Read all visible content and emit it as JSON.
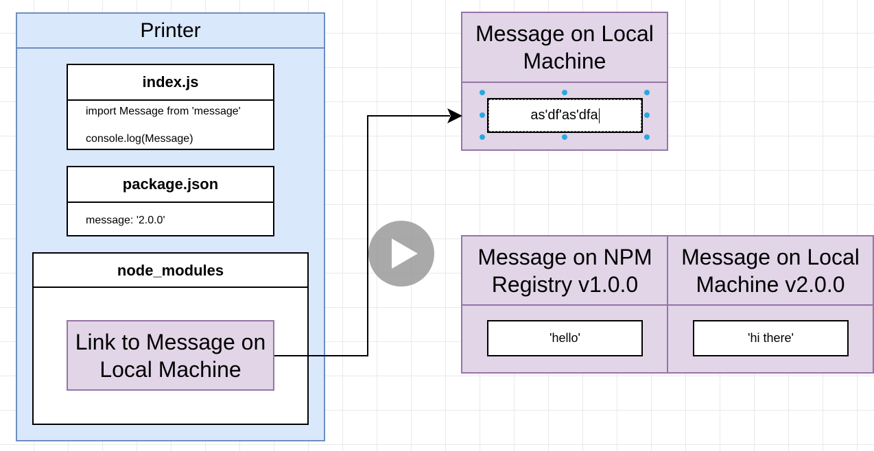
{
  "printer": {
    "title": "Printer",
    "index_js": {
      "title": "index.js",
      "lines": [
        "import Message from 'message'",
        "console.log(Message)"
      ]
    },
    "package_json": {
      "title": "package.json",
      "lines": [
        "message: '2.0.0'"
      ]
    },
    "node_modules": {
      "title": "node_modules",
      "link_label": "Link to Message on Local Machine"
    }
  },
  "local_machine": {
    "title": "Message on Local Machine",
    "editing_value": "as'df'as'dfa"
  },
  "npm_registry": {
    "title": "Message on NPM Registry v1.0.0",
    "value": "'hello'"
  },
  "local_machine_v2": {
    "title": "Message on Local Machine v2.0.0",
    "value": "'hi there'"
  },
  "colors": {
    "blue_fill": "#dae8fc",
    "blue_stroke": "#6c8ebf",
    "purple_fill": "#e1d5e7",
    "purple_stroke": "#9673a6",
    "selection_handle": "#29a8e0"
  },
  "icons": {
    "play": "play-icon"
  }
}
